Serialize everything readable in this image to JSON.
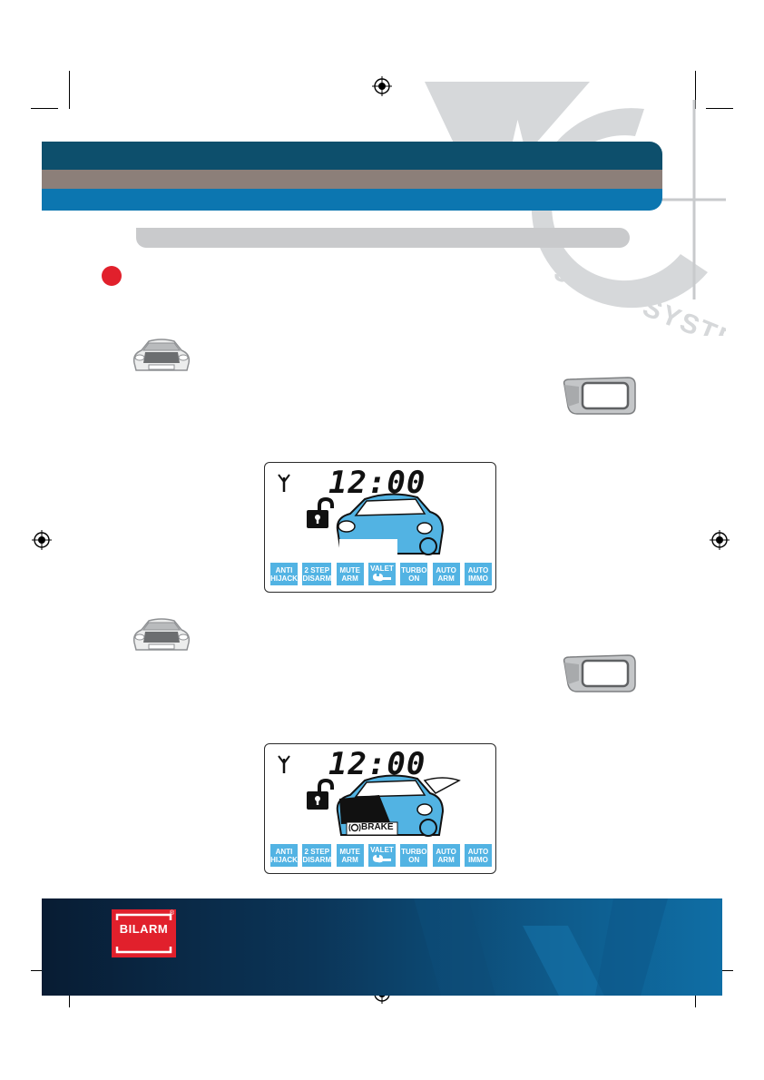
{
  "watermark": {
    "text": "JRITY SYSTEM"
  },
  "lcd_top": {
    "clock": "12:00",
    "tags": [
      {
        "label": "ANTI\nHIJACK"
      },
      {
        "label": "2 STEP\nDISARM"
      },
      {
        "label": "MUTE\nARM"
      },
      {
        "label": "VALET"
      },
      {
        "label": "TURBO\nON"
      },
      {
        "label": "AUTO\nARM"
      },
      {
        "label": "AUTO\nIMMO"
      }
    ]
  },
  "lcd_bottom": {
    "clock": "12:00",
    "plate": "BRAKE",
    "tags": [
      {
        "label": "ANTI\nHIJACK"
      },
      {
        "label": "2 STEP\nDISARM"
      },
      {
        "label": "MUTE\nARM"
      },
      {
        "label": "VALET"
      },
      {
        "label": "TURBO\nON"
      },
      {
        "label": "AUTO\nARM"
      },
      {
        "label": "AUTO\nIMMO"
      }
    ]
  },
  "footer": {
    "logo_text": "BILARM",
    "logo_reg": "®"
  },
  "colors": {
    "band_dark": "#0d4f6c",
    "band_grey": "#8c7f79",
    "band_blue": "#0c76b0",
    "accent_red": "#e1202c",
    "lcd_blue": "#52b3e3"
  }
}
